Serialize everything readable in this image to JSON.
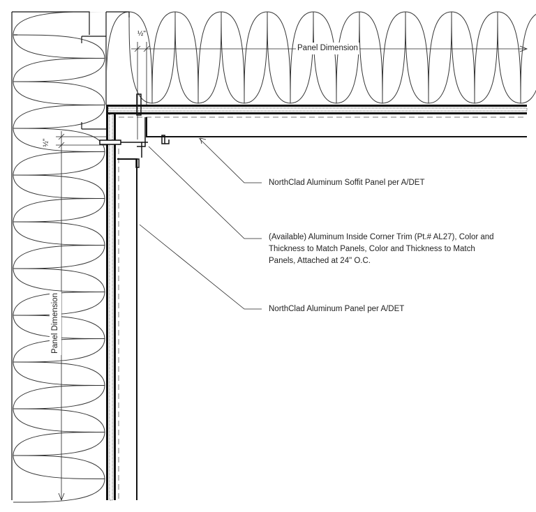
{
  "dimensions": {
    "top_panel_dimension": "Panel Dimension",
    "left_panel_dimension": "Panel Dimension",
    "top_gap": "½\"",
    "left_gap": "½\""
  },
  "callouts": {
    "soffit_panel": "NorthClad Aluminum Soffit Panel per A/DET",
    "corner_trim_lines": [
      "(Available) Aluminum Inside Corner Trim (Pt.# AL27), Color and",
      "Thickness to Match Panels, Color and Thickness to Match",
      "Panels, Attached at 24\" O.C."
    ],
    "wall_panel": "NorthClad Aluminum Panel per A/DET"
  },
  "colors": {
    "line": "#111111",
    "insulation": "#333333",
    "dashed": "#777777"
  }
}
